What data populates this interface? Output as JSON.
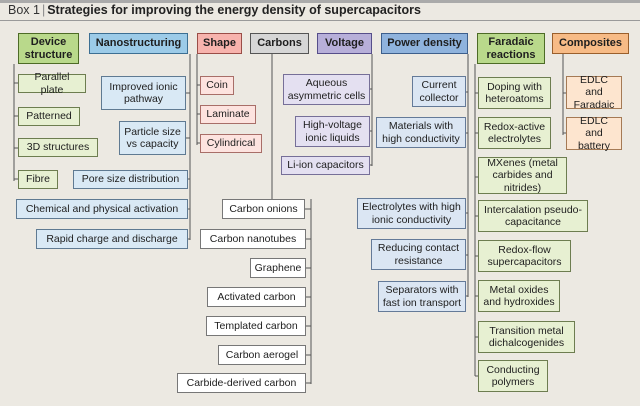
{
  "title": {
    "box": "Box 1",
    "text": "Strategies for improving the energy density of supercapacitors"
  },
  "colors": {
    "green": "#b9d98b",
    "blue": "#9ccbe8",
    "red": "#f7b3ad",
    "gray": "#d6d6d6",
    "violet": "#b7afd9",
    "navy": "#8fb3dd",
    "orange": "#f7bb86",
    "background": "#ece9e2"
  },
  "headers": {
    "device": "Device structure",
    "nano": "Nanostructuring",
    "shape": "Shape",
    "carbons": "Carbons",
    "voltage": "Voltage",
    "power": "Power density",
    "faradaic": "Faradaic reactions",
    "composites": "Composites"
  },
  "device": [
    "Parallel plate",
    "Patterned",
    "3D structures",
    "Fibre"
  ],
  "nano": [
    "Improved ionic pathway",
    "Particle size vs capacity",
    "Pore size distribution",
    "Chemical and physical activation",
    "Rapid charge and discharge"
  ],
  "shape": [
    "Coin",
    "Laminate",
    "Cylindrical"
  ],
  "carbons": [
    "Carbon onions",
    "Carbon nanotubes",
    "Graphene",
    "Activated carbon",
    "Templated carbon",
    "Carbon aerogel",
    "Carbide-derived carbon"
  ],
  "voltage": [
    "Aqueous asymmetric cells",
    "High-voltage ionic liquids",
    "Li-ion capacitors"
  ],
  "power": [
    "Current collector",
    "Materials with high conductivity",
    "Electrolytes with high ionic conductivity",
    "Reducing contact resistance",
    "Separators with fast ion transport"
  ],
  "faradaic": [
    "Doping with heteroatoms",
    "Redox-active electrolytes",
    "MXenes (metal carbides and nitrides)",
    "Intercalation pseudo-capacitance",
    "Redox-flow supercapacitors",
    "Metal oxides and hydroxides",
    "Transition metal dichalcogenides",
    "Conducting polymers"
  ],
  "composites": [
    "EDLC and Faradaic",
    "EDLC and battery"
  ]
}
